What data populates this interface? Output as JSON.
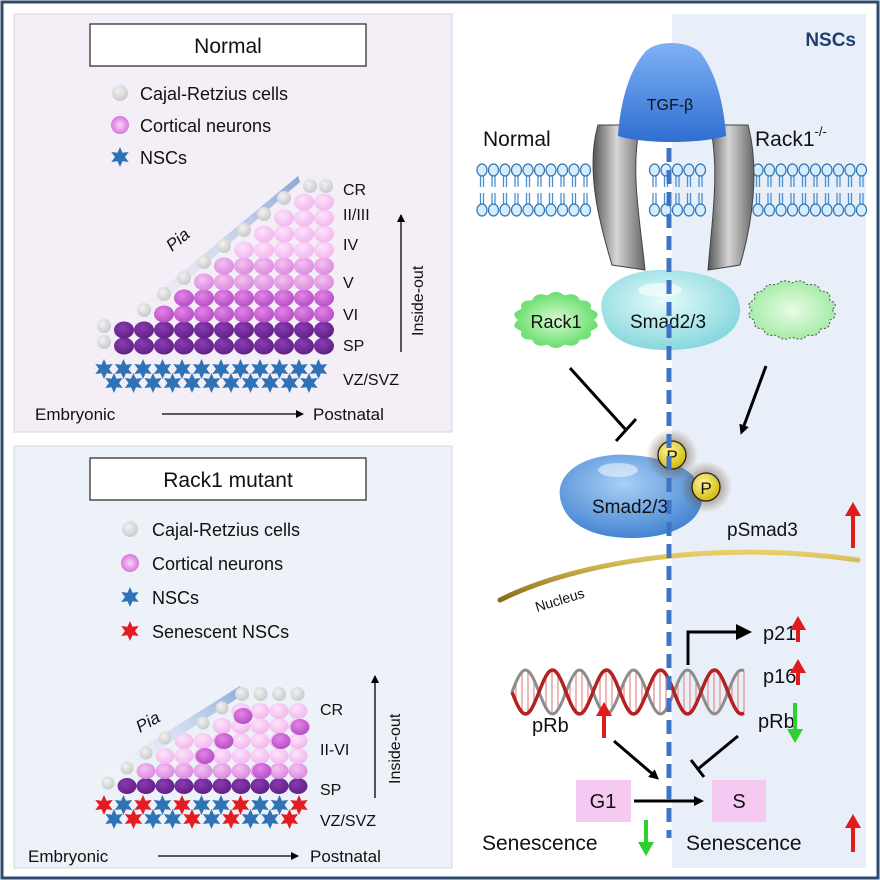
{
  "normal_panel": {
    "title": "Normal",
    "legend": [
      {
        "label": "Cajal-Retzius cells",
        "icon": "gray-circle-icon"
      },
      {
        "label": "Cortical neurons",
        "icon": "pink-circle-icon"
      },
      {
        "label": "NSCs",
        "icon": "blue-star-icon"
      }
    ],
    "layers": [
      "CR",
      "II/III",
      "IV",
      "V",
      "VI",
      "SP",
      "VZ/SVZ"
    ],
    "pia": "Pia",
    "inside_out": "Inside-out",
    "axis_left": "Embryonic",
    "axis_right": "Postnatal"
  },
  "mutant_panel": {
    "title": "Rack1 mutant",
    "legend": [
      {
        "label": "Cajal-Retzius cells",
        "icon": "gray-circle-icon"
      },
      {
        "label": "Cortical neurons",
        "icon": "pink-circle-icon"
      },
      {
        "label": "NSCs",
        "icon": "blue-star-icon"
      },
      {
        "label": "Senescent NSCs",
        "icon": "red-star-icon"
      }
    ],
    "layers": [
      "CR",
      "II-VI",
      "SP",
      "VZ/SVZ"
    ],
    "pia": "Pia",
    "inside_out": "Inside-out",
    "axis_left": "Embryonic",
    "axis_right": "Postnatal"
  },
  "pathway": {
    "header": "NSCs",
    "ligand": "TGF-β",
    "normal_label": "Normal",
    "mutant_label_base": "Rack1",
    "mutant_label_sup": "-/-",
    "rack1": "Rack1",
    "smad_top": "Smad2/3",
    "smad_bottom": "Smad2/3",
    "phospho": "P",
    "psmad3": "pSmad3",
    "nucleus": "Nucleus",
    "p21": "p21",
    "p16": "p16",
    "prb_left": "pRb",
    "prb_right": "pRb",
    "g1": "G1",
    "s": "S",
    "senescence_left": "Senescence",
    "senescence_right": "Senescence"
  },
  "colors": {
    "border": "#2c4a6e",
    "panel_bg": "#eef2f9",
    "nsc_blue": "#2f73b6",
    "senescent_red": "#e31b23",
    "deep_purple": "#6a2490",
    "up_arrow": "#e01b1b",
    "down_arrow": "#2fcf2f",
    "dashed_line": "#3f74c4",
    "phase_box": "#f6c9f3",
    "header_text": "#1f3f73"
  }
}
